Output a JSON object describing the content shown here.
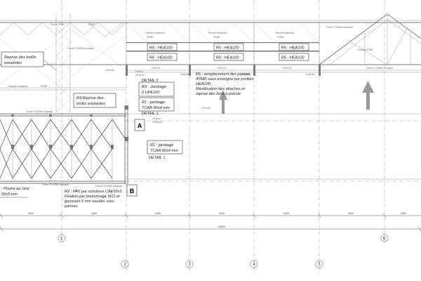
{
  "labels": {
    "reprise_treillis": "Reprise des treillis",
    "reprise_treillis_2": "existantes",
    "r4_line1": "R4 Reprise des",
    "r4_line2": "treillis existantes",
    "r3_line1": "R3 : Jambage",
    "r3_line2": "2 UPE100",
    "r1a_line1": "R1 : jambage",
    "r1a_line2": "TCAR 80x4 mm",
    "r1b_line1": "R1 : jambage",
    "r1b_line2": "TCAR 80x4 mm",
    "detail_2": "DETAIL 2",
    "detail_1a": "DETAIL 1",
    "detail_1b": "DETAIL 1",
    "r5_a": "R5 : HEA100",
    "r5_b": "R5 : HEA100",
    "r5_c": "R5 : HEA100",
    "r5_d": "R5 : HEA100",
    "r5_e": "R5 : HEA100",
    "r5_f": "R5 : HEA100",
    "r5_note": [
      "R5 : remplacement des pannes",
      "IPN80 sous enseigne par profilés",
      "HEA100.",
      "Réutilisation des attaches et",
      "reprise des liens à prévoir"
    ],
    "poutre_vent_1": ": Poutre au vent",
    "poutre_vent_2": "50x5 mm",
    "r2_note": [
      "R2 : PAV par cornières CAE50x5",
      "Fixation par boulonnage M12 et",
      "goussets 6 mm soudés sous",
      "pannes"
    ],
    "section_a": "A",
    "section_b": "B",
    "pannes_1": "Pannes existantes",
    "pannes_2": "Pannes existantes",
    "pannes_3": "Pannes existantes",
    "pannes_4": "Pannes existantes",
    "pannes_5": "Pannes IPN80",
    "ipn80_1": "IPN80",
    "ipn80_2": "IPN80",
    "ipn80_3": "IPN80",
    "ipn80_4": "IPN80",
    "ferme_1": "Ferme TCAR80 existante",
    "ferme_2": "Ferme TCAR80 existante",
    "ferme_3": "Panne TCAR80 existante",
    "ferme_4": "Ferme TCAR80 existante",
    "ferme_5": "Ferme TCAR80 existante",
    "ferme_6": "Ferme TCAR80 existante",
    "poteau_1": "Poteau",
    "poteau_2": "HEA100",
    "poteau_3": "Poteau",
    "poteau_4": "HEA200",
    "voile_1": "Voile BA",
    "voile_2": "Voile BA",
    "voile_3": "Voile BA",
    "voile_4": "Voile BA",
    "upe_1": "UPE100",
    "upe_2": "UPE100",
    "upe_3": "UPE100",
    "upe_4": "UPE100",
    "panne_ipn80": "Panne IPN80",
    "ipn": "IPN80",
    "dim_1": "4000",
    "dim_2": "4000",
    "dim_3": "4000",
    "dim_4": "4000",
    "dim_5": "4000",
    "dim_6": "4000",
    "dim_7": "4000",
    "dim_total": "38000",
    "axis_1": "1'",
    "axis_2": "2",
    "axis_3": "3",
    "axis_4": "4",
    "axis_5": "5",
    "axis_6": "6'"
  },
  "colors": {
    "line": "#4a4a4a",
    "arrow": "#9a9a9a",
    "text": "#1e1e1e"
  }
}
